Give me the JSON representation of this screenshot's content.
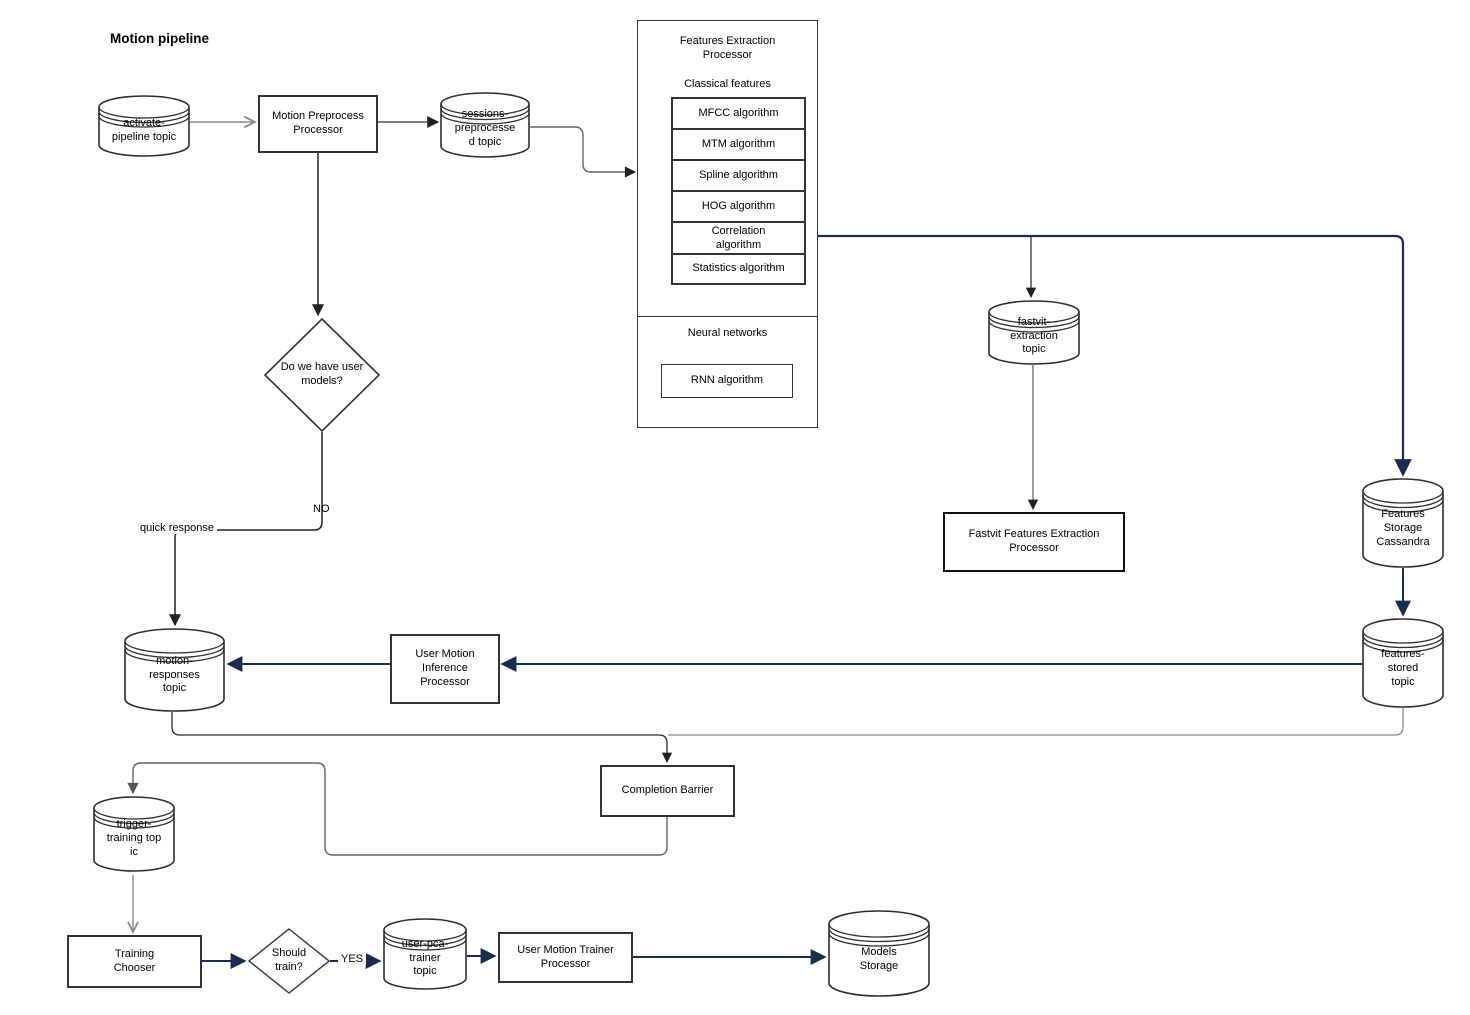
{
  "title": "Motion pipeline",
  "edge_labels": {
    "no": "NO",
    "yes": "YES",
    "quick_response": "quick response"
  },
  "nodes": {
    "activate_pipeline_topic": "activate-\npipeline topic",
    "motion_preprocess_processor": "Motion Preprocess\nProcessor",
    "sessions_preprocessed_topic": "sessions-\npreprocesse\nd topic",
    "do_we_have_user_models": "Do we have user\nmodels?",
    "fastvit_extraction_topic": "fastvit-\nextraction\ntopic",
    "fastvit_features_extraction_processor": "Fastvit Features Extraction\nProcessor",
    "features_storage_cassandra": "Features\nStorage\nCassandra",
    "features_stored_topic": "features-\nstored\ntopic",
    "user_motion_inference_processor": "User Motion\nInference\nProcessor",
    "motion_responses_topic": "motion-\nresponses\ntopic",
    "completion_barrier": "Completion Barrier",
    "trigger_training_topic": "trigger-\ntraining top\nic",
    "training_chooser": "Training\nChooser",
    "should_train": "Should\ntrain?",
    "user_pca_trainer_topic": "user-pca-\ntrainer\ntopic",
    "user_motion_trainer_processor": "User Motion Trainer\nProcessor",
    "models_storage": "Models\nStorage"
  },
  "features_extraction": {
    "title": "Features Extraction\nProcessor",
    "classical_section": "Classical features",
    "algorithms": [
      "MFCC algorithm",
      "MTM algorithm",
      "Spline algorithm",
      "HOG algorithm",
      "Correlation\nalgorithm",
      "Statistics algorithm"
    ],
    "neural_section": "Neural networks",
    "neural_algorithms": [
      "RNN algorithm"
    ]
  },
  "colors": {
    "edge_navy": "#1b2c4e",
    "edge_dark": "#222222",
    "edge_gray": "#8c8c8c",
    "shape_border": "#333333"
  }
}
